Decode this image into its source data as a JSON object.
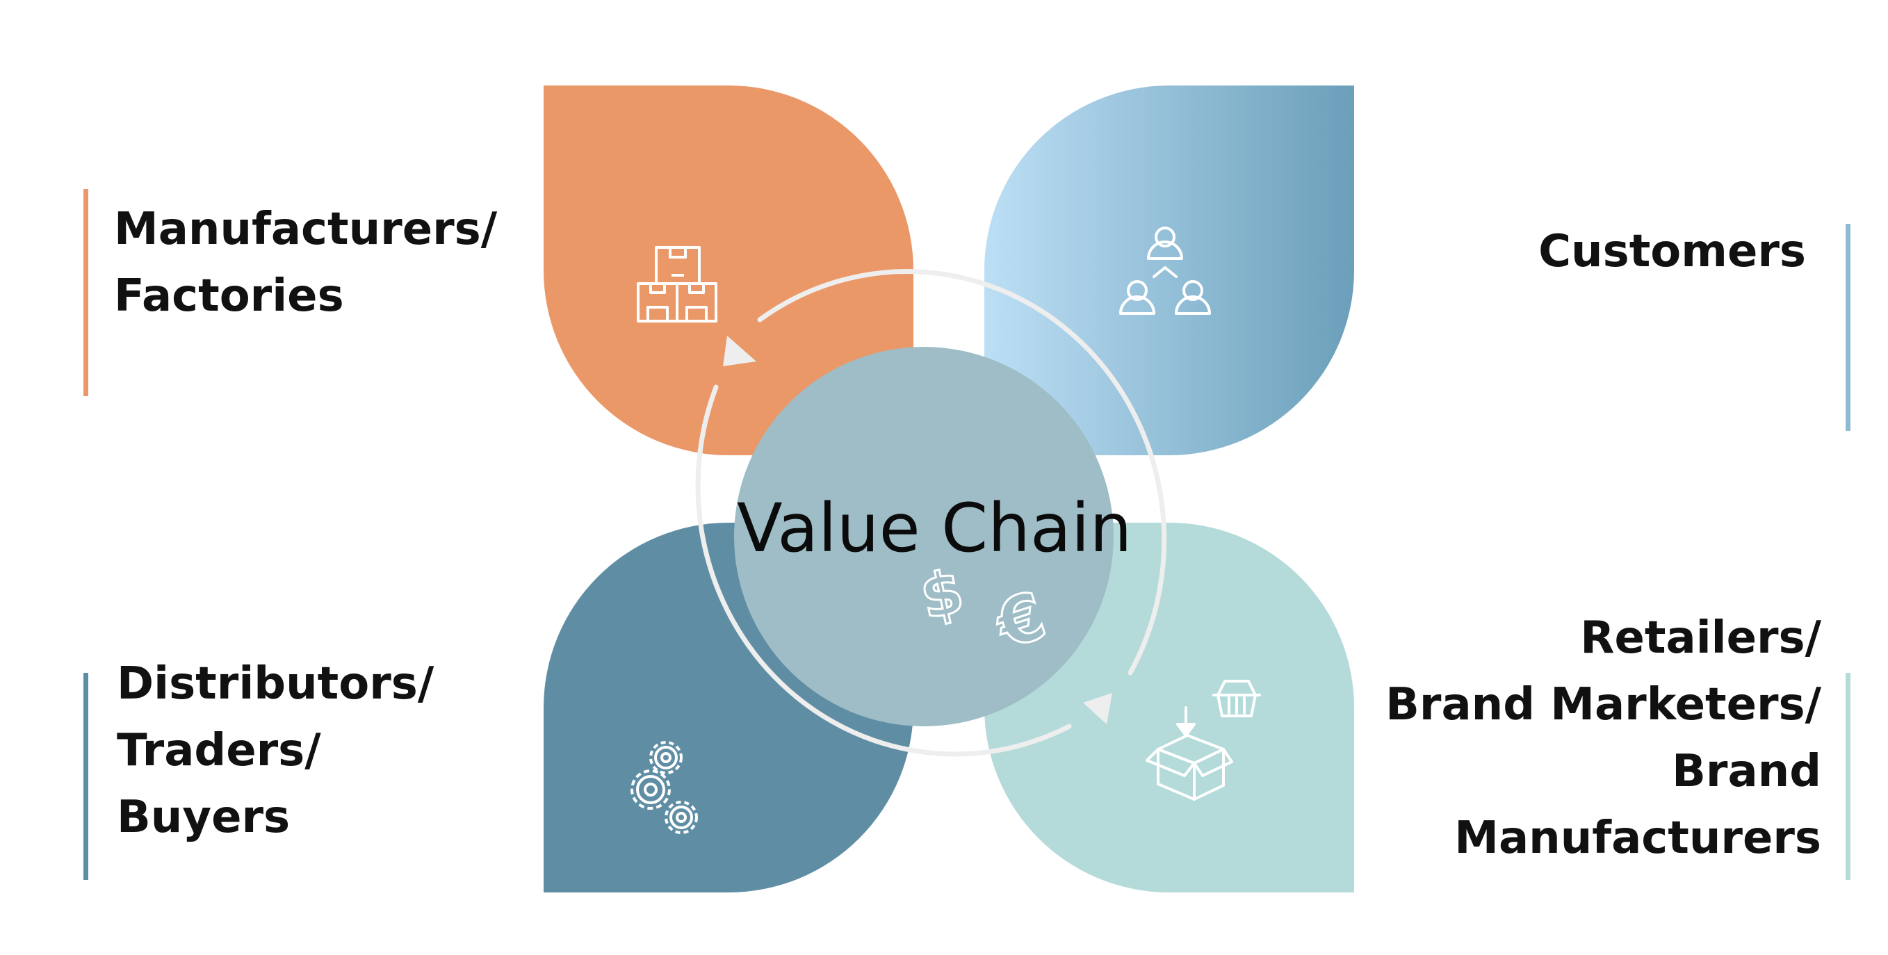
{
  "center": {
    "title": "Value Chain"
  },
  "nodes": {
    "top_left": {
      "lines": [
        "Manufacturers/",
        "Factories"
      ],
      "icon": "warehouse-boxes-icon",
      "color": "#EA9868"
    },
    "top_right": {
      "lines": [
        "Customers"
      ],
      "icon": "people-network-icon",
      "color": "#8FBAD4"
    },
    "bottom_left": {
      "lines": [
        "Distributors/",
        "Traders/",
        "Buyers"
      ],
      "icon": "gears-icon",
      "color": "#5F8EA4"
    },
    "bottom_right": {
      "lines": [
        "Retailers/",
        "Brand Marketers/",
        "Brand",
        "Manufacturers"
      ],
      "icon": "box-basket-icon",
      "color": "#B4DBDA"
    }
  },
  "colors": {
    "center_circle": "#9EBDC7",
    "cycle_ring": "#EEEEEE",
    "icon_stroke": "#FFFFFF",
    "text": "#111111"
  },
  "center_icons": [
    "dollar-icon",
    "euro-icon"
  ]
}
